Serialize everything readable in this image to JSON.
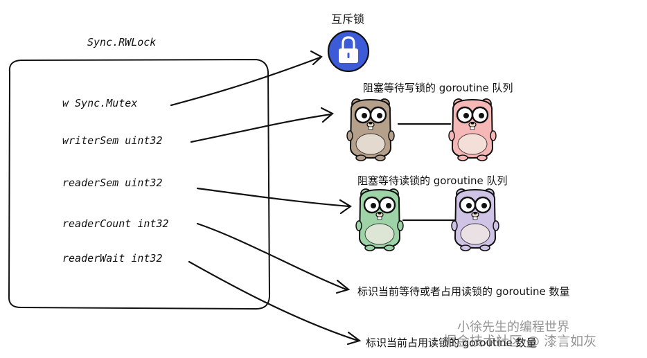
{
  "struct_title": "Sync.RWLock",
  "fields": [
    {
      "label": "w  Sync.Mutex"
    },
    {
      "label": "writerSem  uint32"
    },
    {
      "label": "readerSem  uint32"
    },
    {
      "label": "readerCount  int32"
    },
    {
      "label": "readerWait  int32"
    }
  ],
  "annotations": {
    "mutex": "互斥锁",
    "writer_queue": "阻塞等待写锁的 goroutine 队列",
    "reader_queue": "阻塞等待读锁的 goroutine 队列",
    "reader_count": "标识当前等待或者占用读锁的 goroutine 数量",
    "reader_wait": "标识当前占用读锁的 goroutine 数量"
  },
  "watermarks": {
    "line1": "小徐先生的编程世界",
    "line2": "掘金技术社区 @ 漆言如灰"
  },
  "colors": {
    "lock_blue": "#3d5bd6",
    "gopher_brown": "#b5a08c",
    "gopher_pink": "#f6b7b7",
    "gopher_green": "#9ed3a8",
    "gopher_purple": "#cfc3e6"
  },
  "icons": {
    "lock": "padlock-icon",
    "gopher": "gopher-icon"
  }
}
